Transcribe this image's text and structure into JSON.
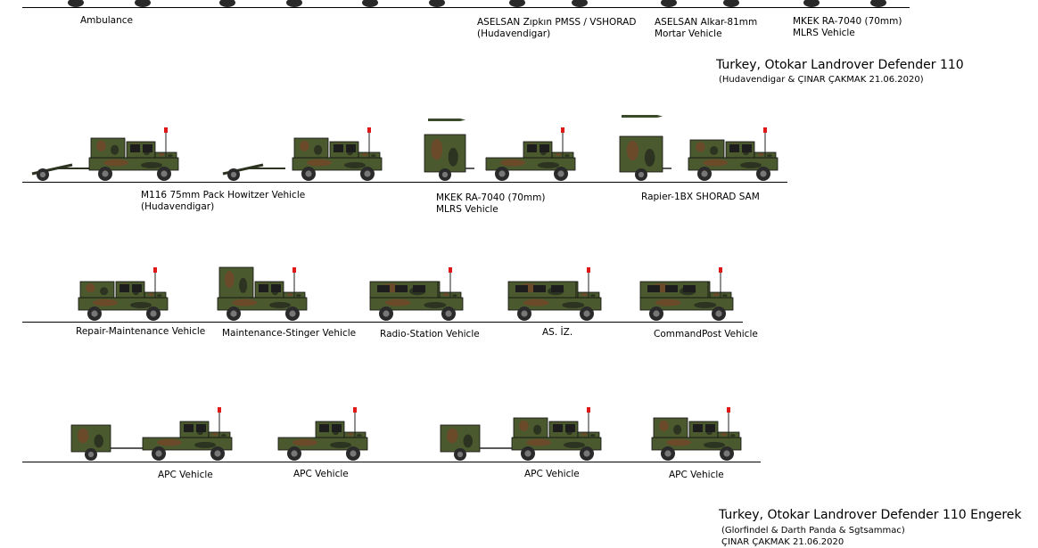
{
  "sections": {
    "top": {
      "title": "Turkey, Otokar Landrover Defender 110",
      "credit": "(Hudavendigar & ÇINAR ÇAKMAK 21.06.2020)"
    },
    "bottom": {
      "title": "Turkey, Otokar Landrover Defender 110 Engerek",
      "credit_line1": "(Glorfindel & Darth Panda & Sgtsammac)",
      "credit_line2": "ÇINAR ÇAKMAK 21.06.2020"
    }
  },
  "labels": {
    "row0": [
      {
        "line1": "Ambulance"
      },
      {
        "line1": "ASELSAN Zıpkın PMSS / VSHORAD",
        "line2": "(Hudavendigar)"
      },
      {
        "line1": "ASELSAN Alkar-81mm",
        "line2": "Mortar Vehicle"
      },
      {
        "line1": "MKEK RA-7040 (70mm)",
        "line2": "MLRS Vehicle"
      }
    ],
    "row1": [
      {
        "line1": "M116 75mm Pack Howitzer Vehicle",
        "line2": "(Hudavendigar)"
      },
      {
        "line1": "MKEK RA-7040 (70mm)",
        "line2": "MLRS Vehicle"
      },
      {
        "line1": "Rapier-1BX SHORAD SAM"
      }
    ],
    "row2": [
      {
        "line1": "Repair-Maintenance Vehicle"
      },
      {
        "line1": "Maintenance-Stinger Vehicle"
      },
      {
        "line1": "Radio-Station Vehicle"
      },
      {
        "line1": "AS. İZ."
      },
      {
        "line1": "CommandPost Vehicle"
      }
    ],
    "row3": [
      {
        "line1": "APC Vehicle"
      },
      {
        "line1": "APC Vehicle"
      },
      {
        "line1": "APC Vehicle"
      },
      {
        "line1": "APC Vehicle"
      }
    ]
  },
  "colors": {
    "camo_green": "#4a5a2e",
    "camo_brown": "#6b4a2a",
    "camo_dark": "#2c3320",
    "tyre": "#2a2a2a",
    "flag": "#e01818"
  }
}
